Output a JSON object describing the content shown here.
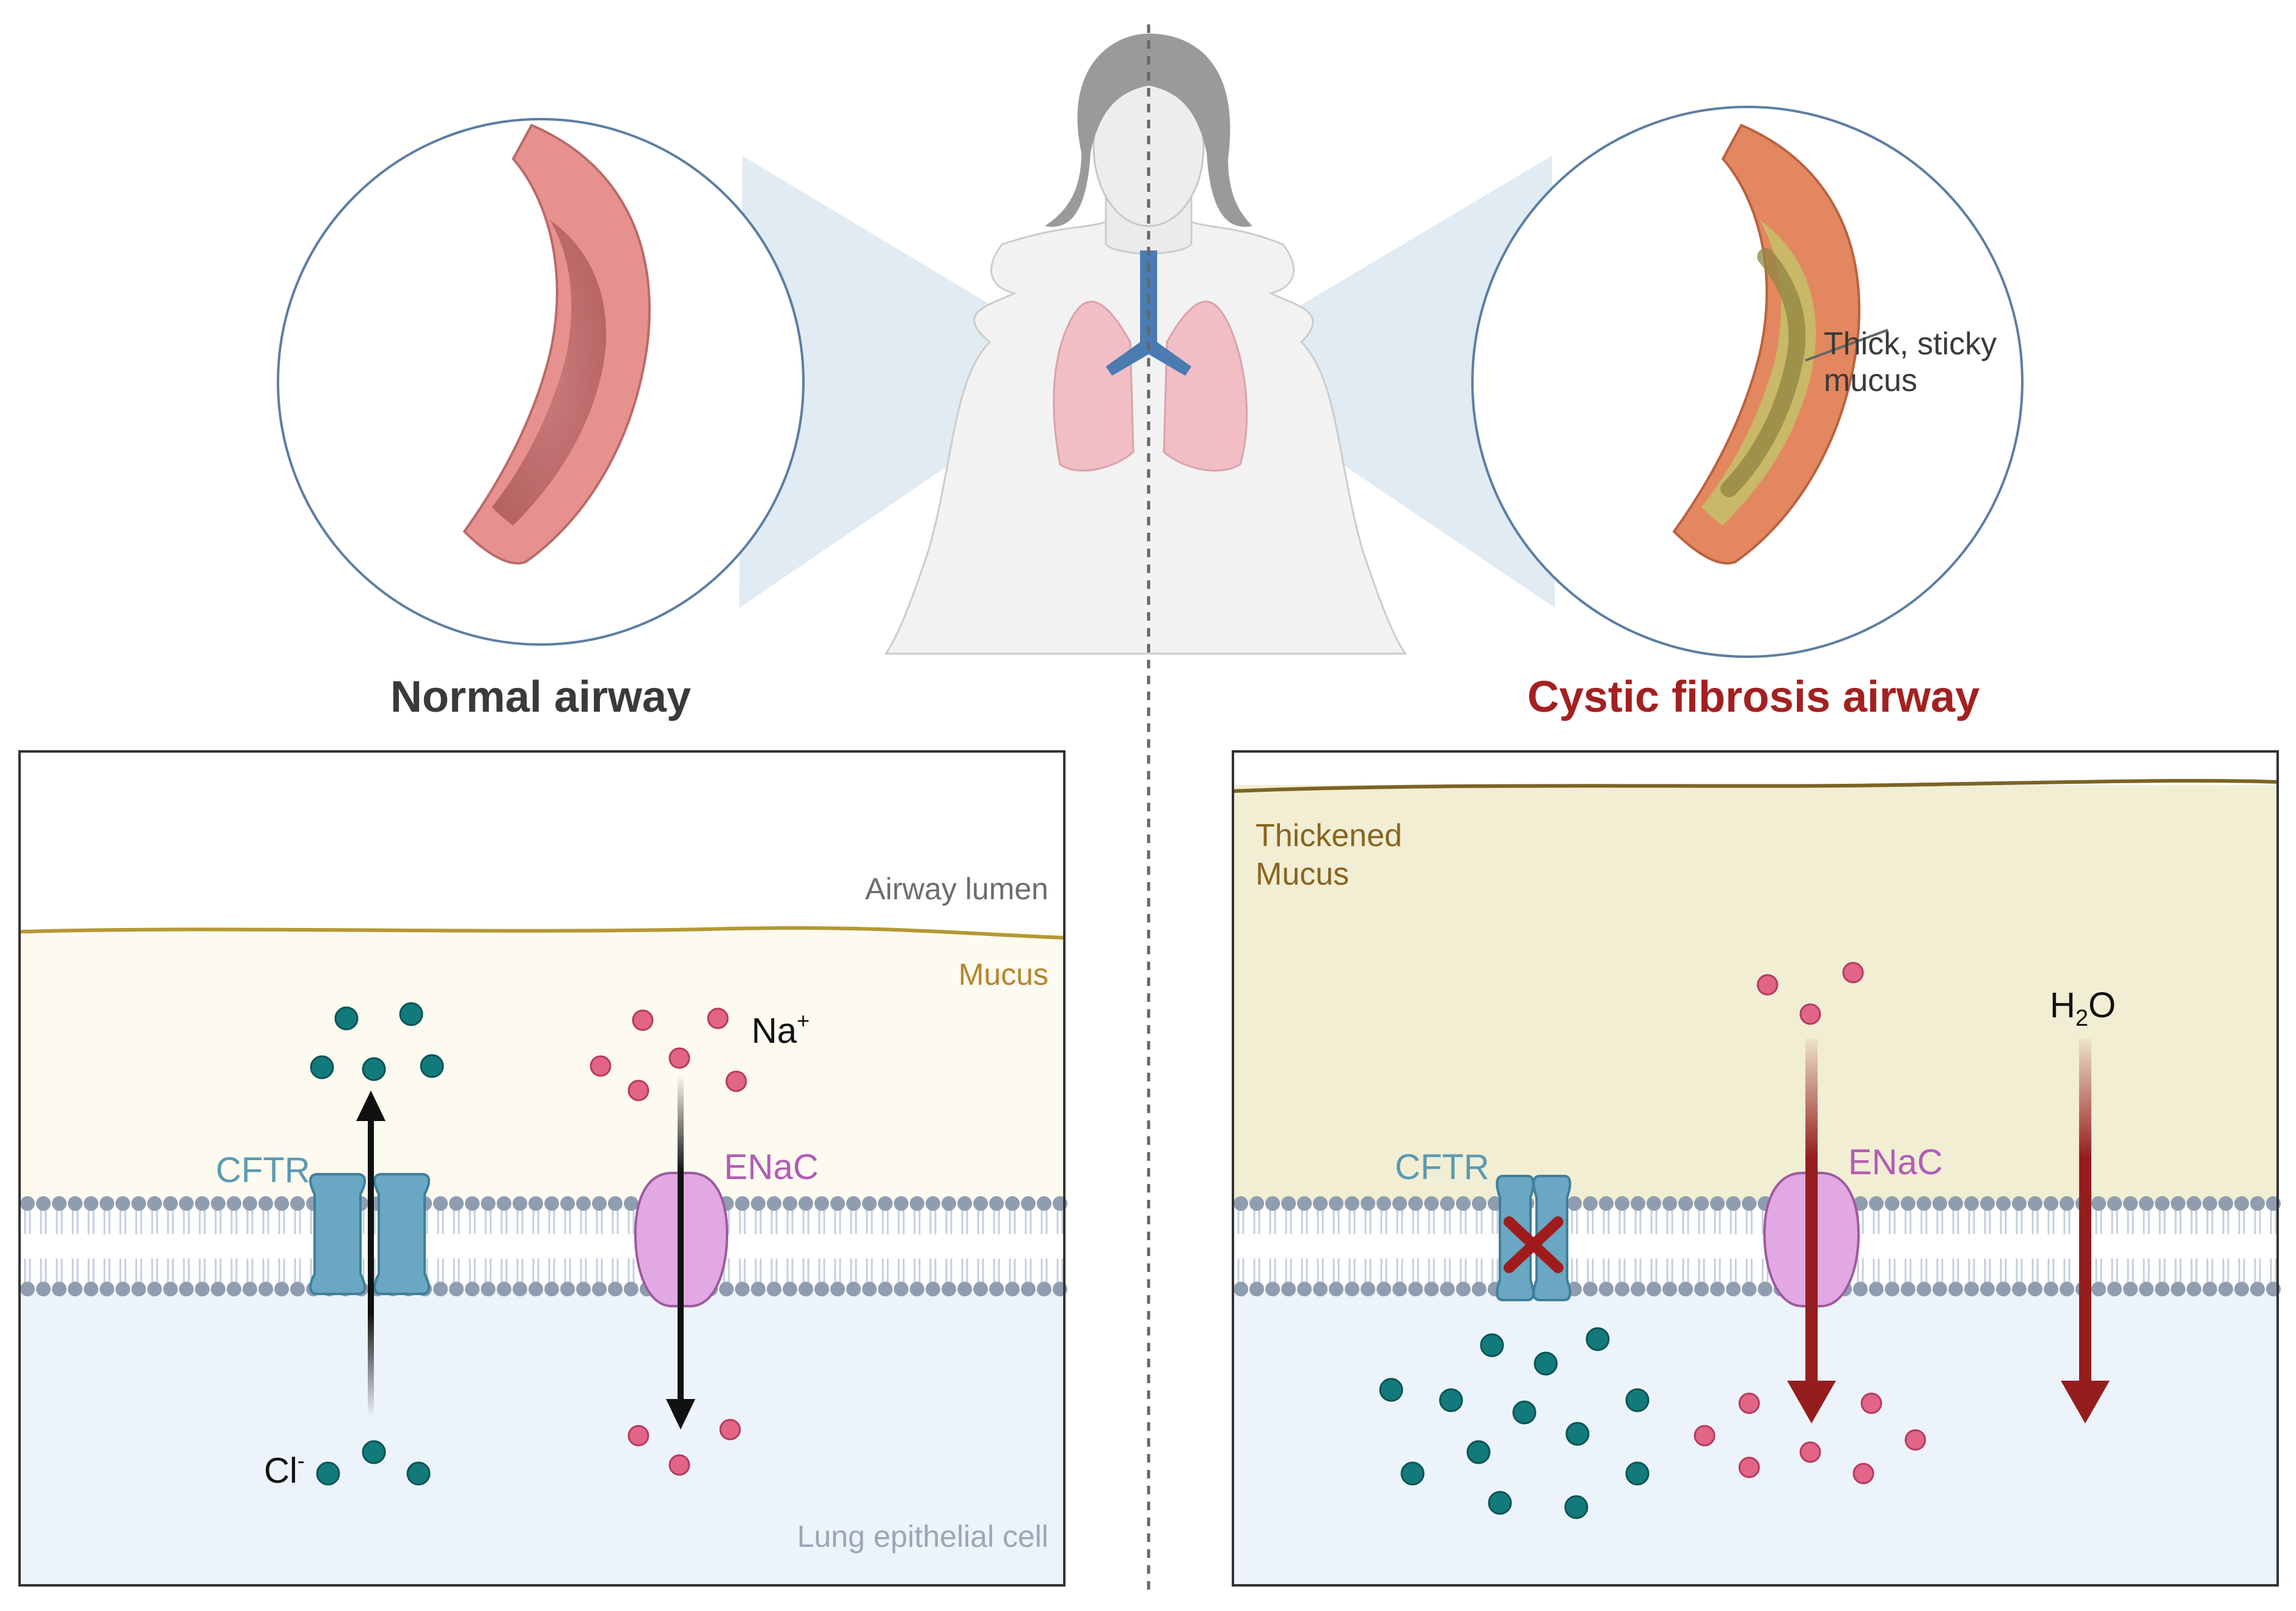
{
  "titles": {
    "normal": "Normal airway",
    "cf": "Cystic fibrosis airway"
  },
  "annotation": {
    "thick_line1": "Thick, sticky",
    "thick_line2": "mucus"
  },
  "normal_panel": {
    "airway_lumen": "Airway lumen",
    "mucus": "Mucus",
    "cell": "Lung epithelial cell",
    "cftr": "CFTR",
    "enac": "ENaC",
    "na": "Na",
    "na_sup": "+",
    "cl": "Cl",
    "cl_sup": "-"
  },
  "cf_panel": {
    "thickened_line1": "Thickened",
    "thickened_line2": "Mucus",
    "cftr": "CFTR",
    "enac": "ENaC",
    "h2o_h": "H",
    "h2o_sub": "2",
    "h2o_o": "O"
  },
  "colors": {
    "chloride": "#137a7c",
    "sodium": "#e26487",
    "cftr": "#69a7c2",
    "enac": "#e2a8e3",
    "cf_arrow": "#951d1d",
    "mucus_normal": "#fdfaef",
    "mucus_cf": "#f1eed4",
    "cell_bg": "#edf3fb"
  }
}
